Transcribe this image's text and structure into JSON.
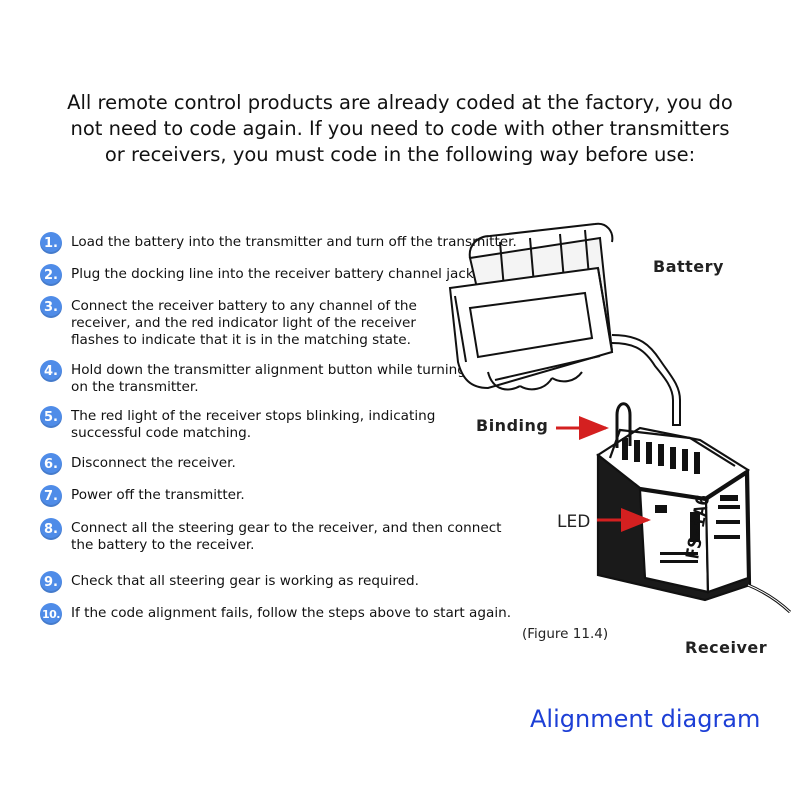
{
  "intro": {
    "line1": "All remote control products are already coded at the factory, you do",
    "line2": "not need to code again. If you need to code with other transmitters",
    "line3": "or receivers, you must code in the following way before use:"
  },
  "steps": [
    {
      "number": "1.",
      "lines": [
        "Load the battery into the transmitter and turn off the transmitter."
      ]
    },
    {
      "number": "2.",
      "lines": [
        "Plug the docking line into the receiver battery channel jack."
      ]
    },
    {
      "number": "3.",
      "lines": [
        "Connect the receiver battery to any channel of the",
        "receiver, and the red indicator light of the receiver",
        "flashes to indicate that it is in the matching state."
      ]
    },
    {
      "number": "4.",
      "lines": [
        "Hold down the transmitter alignment button while turning",
        "on the transmitter."
      ]
    },
    {
      "number": "5.",
      "lines": [
        "The red light of the receiver stops blinking, indicating",
        "successful code matching."
      ]
    },
    {
      "number": "6.",
      "lines": [
        "Disconnect the receiver."
      ]
    },
    {
      "number": "7.",
      "lines": [
        "Power off the transmitter."
      ]
    },
    {
      "number": "8.",
      "lines": [
        "Connect all the steering gear to the receiver, and then connect",
        "the battery to the receiver."
      ]
    },
    {
      "number": "9.",
      "lines": [
        "Check that all steering gear is working as required."
      ]
    },
    {
      "number": "10.",
      "lines": [
        "If the code alignment fails, follow the steps above to start again."
      ]
    }
  ],
  "diagram": {
    "battery_label": "Battery",
    "binding_label": "Binding",
    "led_label": "LED",
    "receiver_label": "Receiver",
    "figure_caption": "(Figure 11.4)",
    "receiver_marking": "FS-iA6",
    "title": "Alignment diagram",
    "arrow_color": "#d42020",
    "title_color": "#1d3fd6"
  },
  "colors": {
    "badge": "#4f8ce8"
  }
}
